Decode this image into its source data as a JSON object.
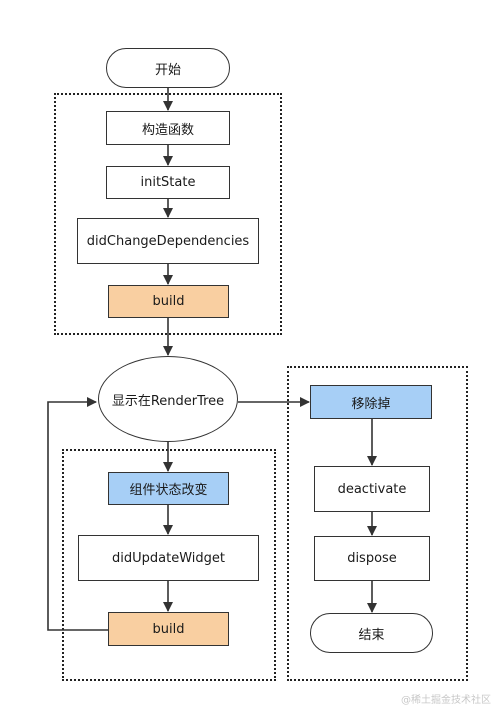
{
  "nodes": {
    "start": "开始",
    "constructor": "构造函数",
    "init_state": "initState",
    "did_change_deps": "didChangeDependencies",
    "build_top": "build",
    "render_tree": "显示在RenderTree",
    "state_change": "组件状态改变",
    "did_update_widget": "didUpdateWidget",
    "build_bottom": "build",
    "remove": "移除掉",
    "deactivate": "deactivate",
    "dispose": "dispose",
    "end": "结束"
  },
  "watermark": "@稀土掘金技术社区",
  "colors": {
    "build": "#f9cfa1",
    "highlight": "#a7cff6",
    "stroke": "#333333"
  }
}
